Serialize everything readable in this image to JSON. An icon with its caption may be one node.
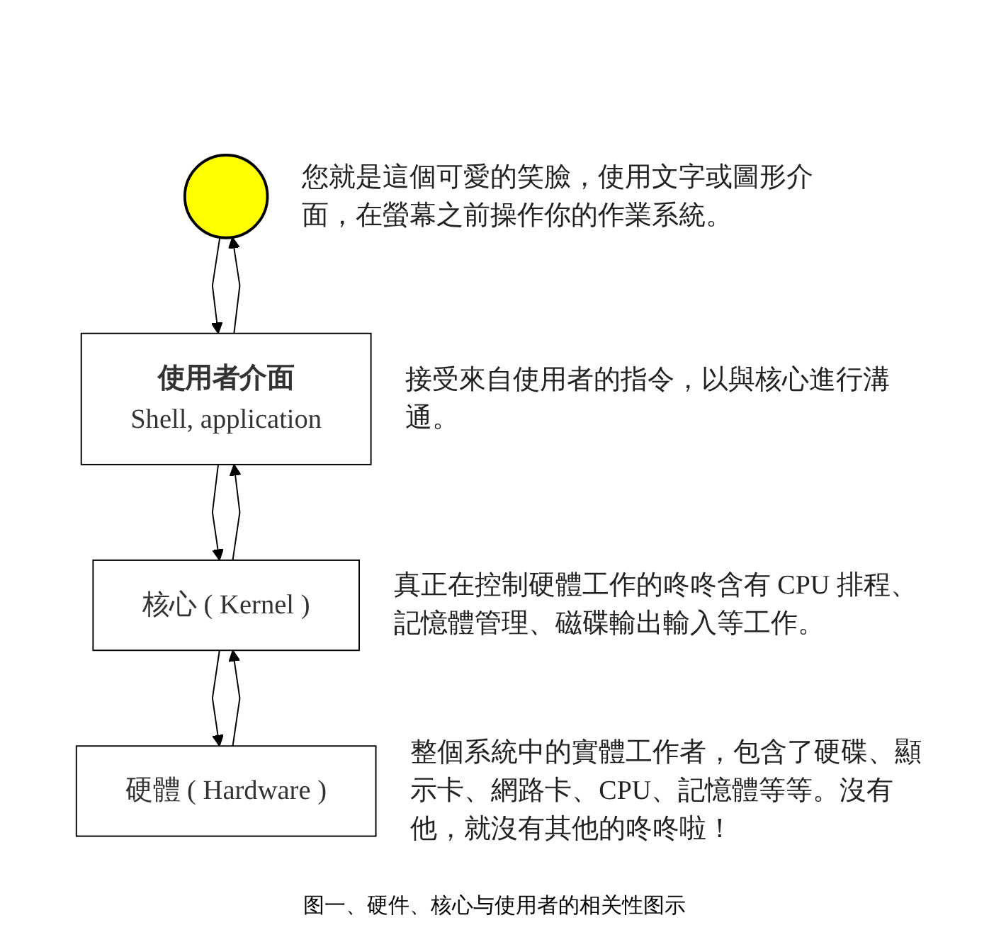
{
  "diagram": {
    "caption": "图一、硬件、核心与使用者的相关性图示",
    "nodes": [
      {
        "text": [],
        "shape": "circle",
        "beside": [
          "您就是這個可愛的笑臉，使用文字或圖形介面，在螢幕之前操作你的作業系統。"
        ]
      },
      {
        "text": [
          "使用者介面",
          "Shell, application"
        ],
        "beside": [
          "接受來自使用者的指令，以與核心進行溝通。"
        ]
      },
      {
        "text": [
          "核心 ( Kernel )"
        ],
        "beside": [
          "真正在控制硬體工作的咚咚含有 CPU 排程、記憶體管理、磁碟輸出輸入等工作。"
        ]
      },
      {
        "text": [
          "硬體 ( Hardware )"
        ],
        "beside": [
          "整個系統中的實體工作者，包含了硬碟、顯示卡、網路卡、CPU、記憶體等等。沒有他，就沒有其他的咚咚啦！"
        ]
      }
    ],
    "edges": [
      {
        "from": 0,
        "to": 1,
        "arrow": "to"
      },
      {
        "from": 1,
        "to": 0,
        "arrow": "to"
      },
      {
        "from": 1,
        "to": 2,
        "arrow": "to"
      },
      {
        "from": 2,
        "to": 1,
        "arrow": "to"
      },
      {
        "from": 2,
        "to": 3,
        "arrow": "to"
      },
      {
        "from": 3,
        "to": 2,
        "arrow": "to"
      }
    ]
  }
}
